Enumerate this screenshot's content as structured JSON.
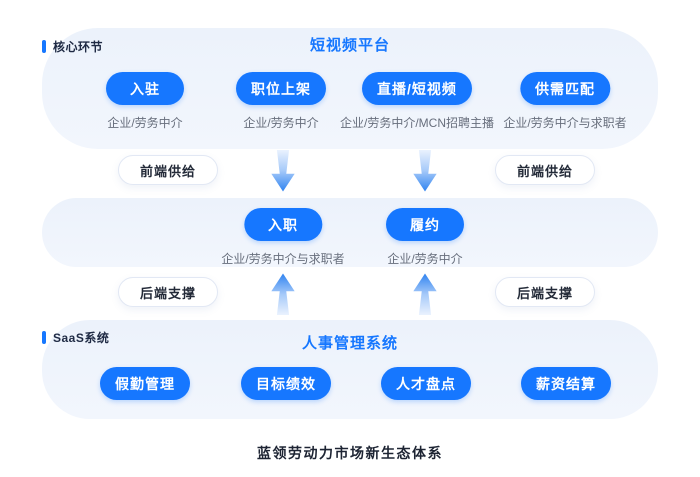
{
  "colors": {
    "accent": "#1677FF",
    "section_bg_top": "#ECF2FB",
    "section_bg_bottom": "#F2F6FD",
    "pill_bg": "#1677FF",
    "pill_text": "#FFFFFF",
    "desc_text": "#676E7C",
    "corner_label_text": "#1F2A44",
    "badge_border": "#E2E8F4",
    "badge_text": "#232A38",
    "arrow_head": "#2F83F0",
    "arrow_tail": "#EAF2FE",
    "caption_text": "#1D2433"
  },
  "sections": {
    "top": {
      "corner_label": "核心环节",
      "title": "短视频平台",
      "items": [
        {
          "pill": "入驻",
          "desc": "企业/劳务中介"
        },
        {
          "pill": "职位上架",
          "desc": "企业/劳务中介"
        },
        {
          "pill": "直播/短视频",
          "desc": "企业/劳务中介/MCN招聘主播"
        },
        {
          "pill": "供需匹配",
          "desc": "企业/劳务中介与求职者"
        }
      ]
    },
    "middle": {
      "items": [
        {
          "pill": "入职",
          "desc": "企业/劳务中介与求职者"
        },
        {
          "pill": "履约",
          "desc": "企业/劳务中介"
        }
      ]
    },
    "bottom": {
      "corner_label": "SaaS系统",
      "title": "人事管理系统",
      "items": [
        {
          "pill": "假勤管理"
        },
        {
          "pill": "目标绩效"
        },
        {
          "pill": "人才盘点"
        },
        {
          "pill": "薪资结算"
        }
      ]
    }
  },
  "badges": {
    "front_left": "前端供给",
    "front_right": "前端供给",
    "back_left": "后端支撑",
    "back_right": "后端支撑"
  },
  "caption": "蓝领劳动力市场新生态体系"
}
